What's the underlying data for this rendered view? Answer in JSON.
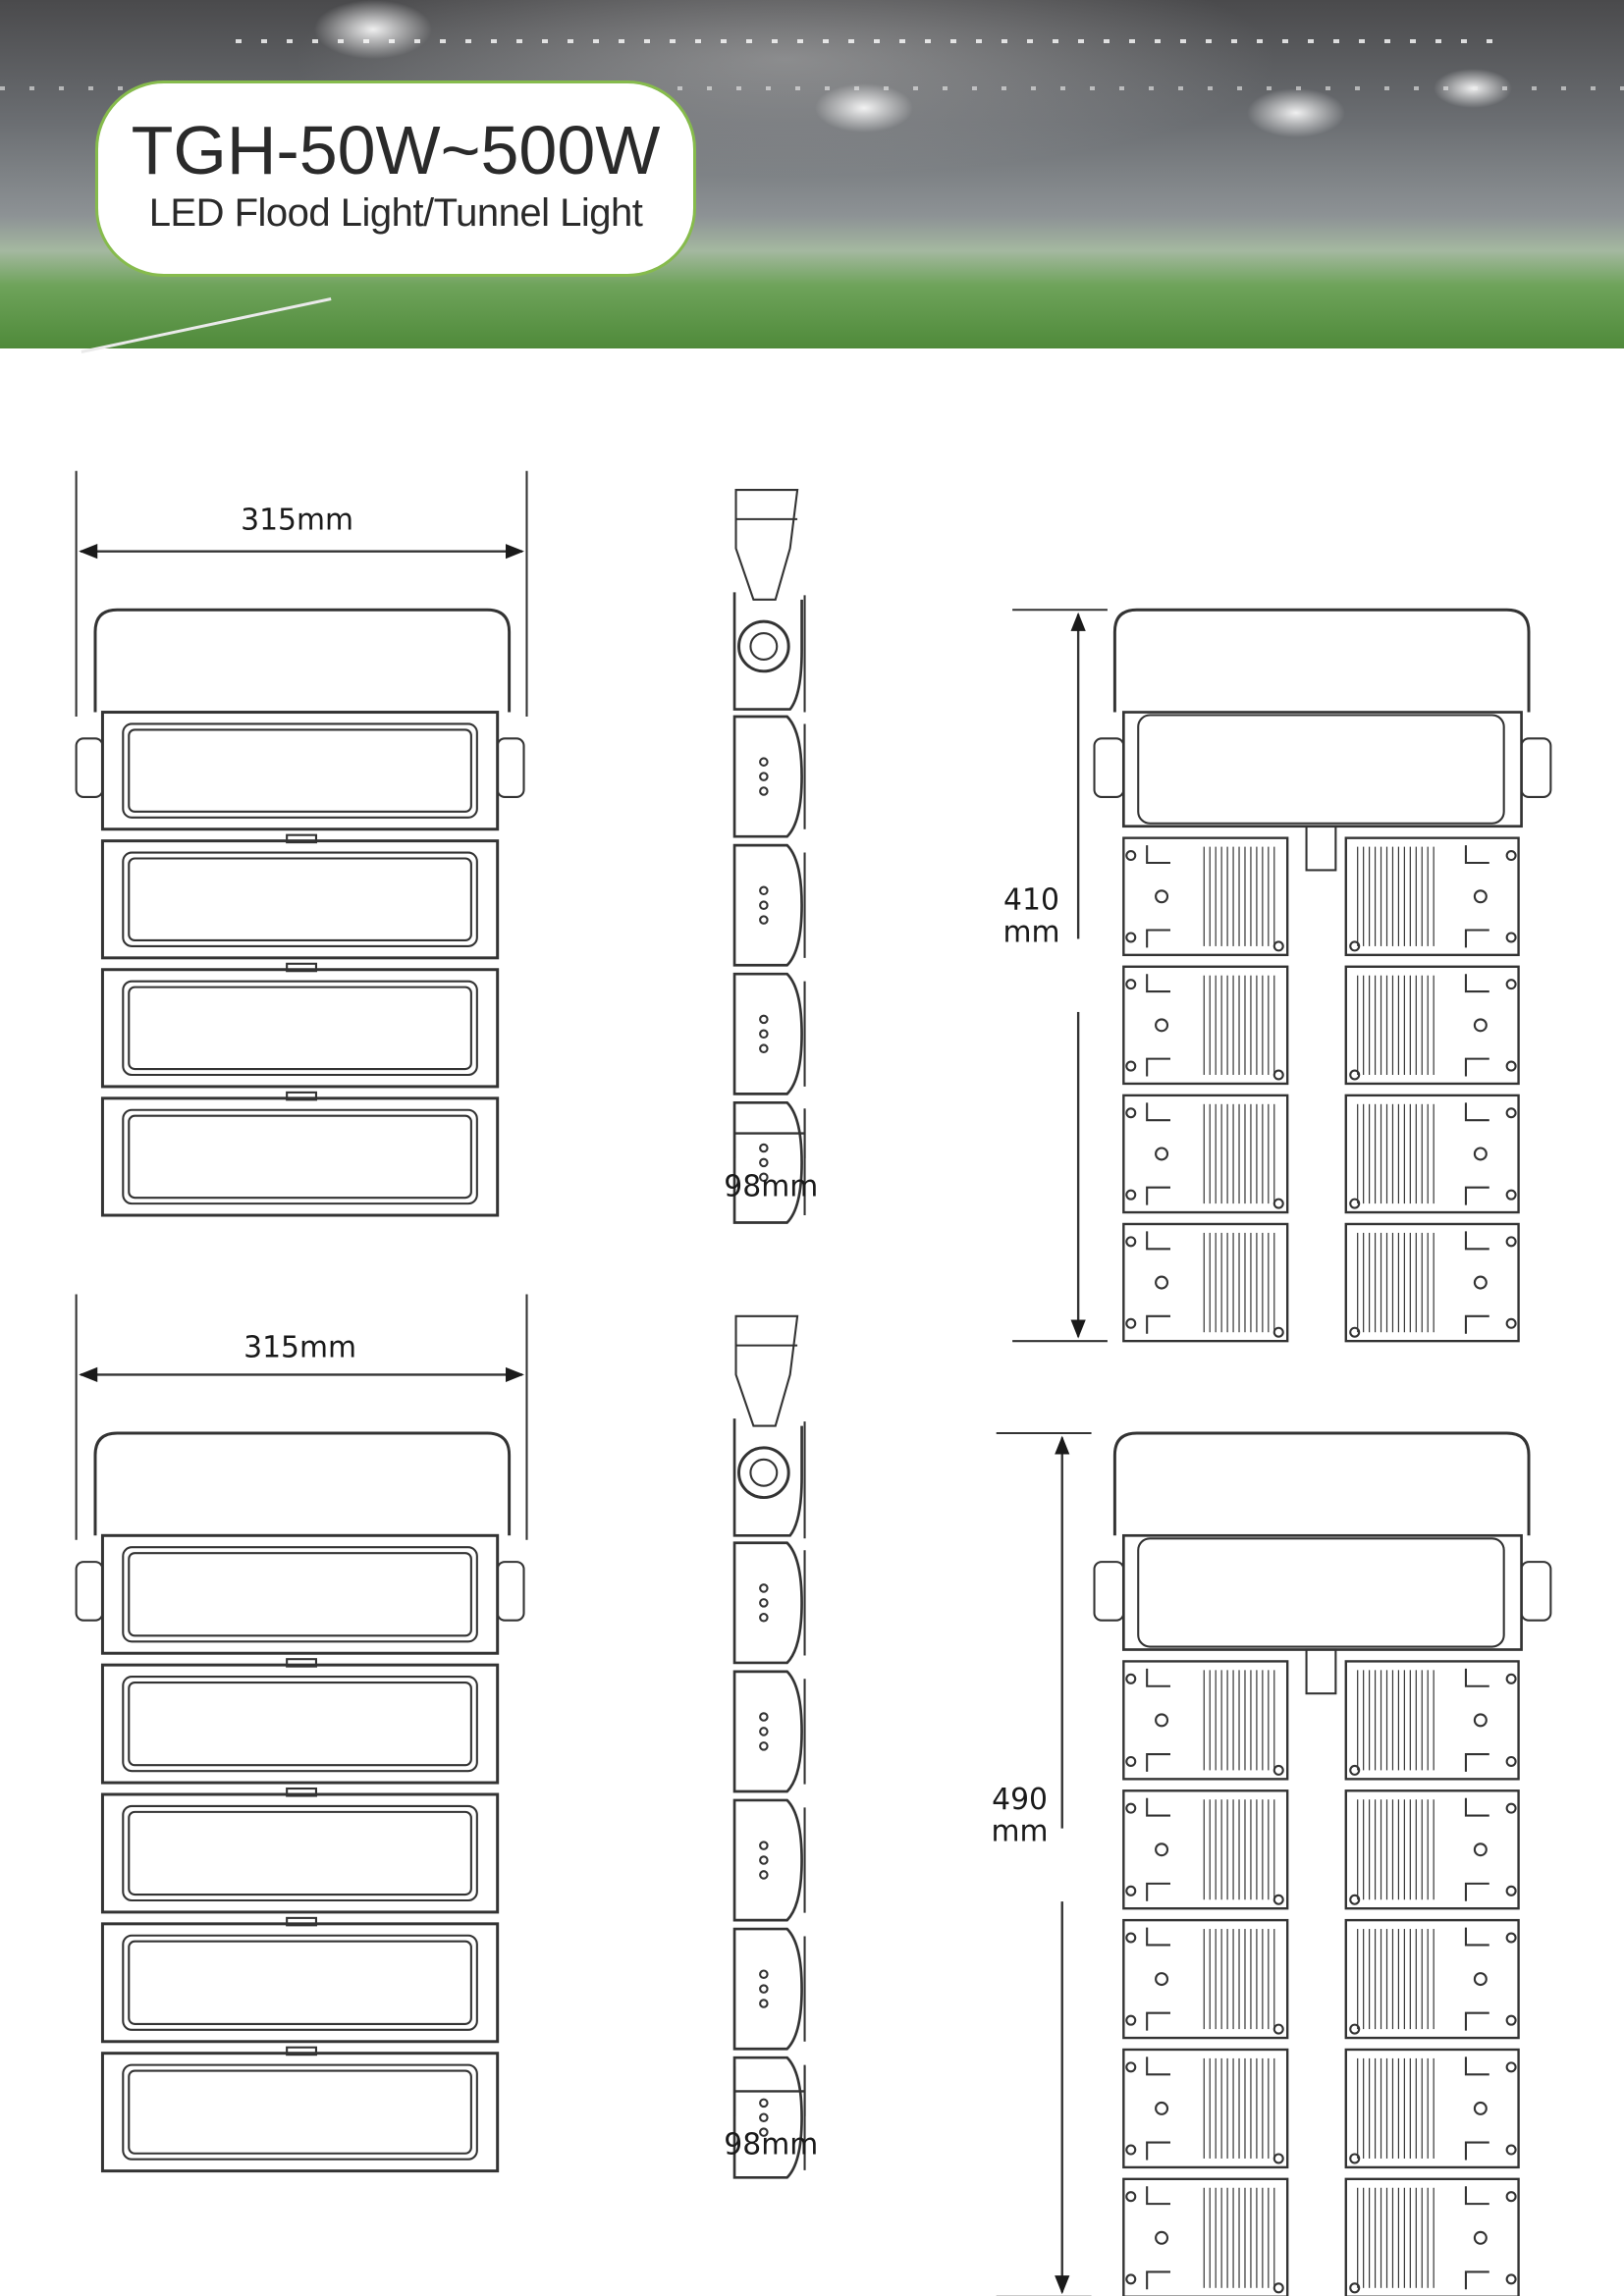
{
  "header": {
    "model": "TGH-50W~500W",
    "subtitle": "LED Flood Light/Tunnel Light",
    "accent_color": "#86bb4c"
  },
  "drawings": [
    {
      "modules": 4,
      "width_label": "315mm",
      "depth_label": "98mm",
      "height_value": "410",
      "height_unit": "mm"
    },
    {
      "modules": 5,
      "width_label": "315mm",
      "depth_label": "98mm",
      "height_value": "490",
      "height_unit": "mm"
    }
  ]
}
